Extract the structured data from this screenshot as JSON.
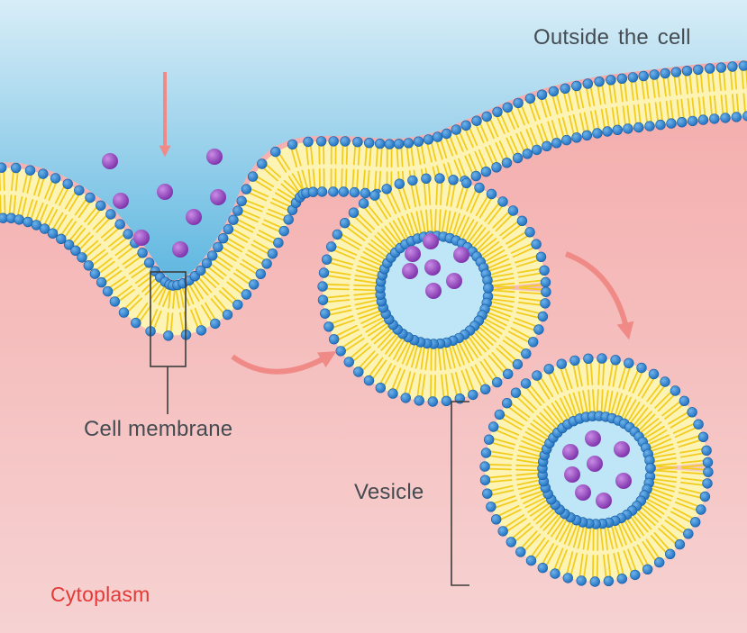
{
  "labels": {
    "outside": "Outside the cell",
    "membrane": "Cell membrane",
    "vesicle": "Vesicle",
    "cytoplasm": "Cytoplasm"
  },
  "colors": {
    "outside_top": "#dceff8",
    "outside_bottom": "#5fb7e0",
    "cytoplasm_top": "#f4a7a6",
    "cytoplasm_bottom": "#f6d2d2",
    "lipid_tail": "#f2cd1e",
    "lipid_fill": "#fdf3b5",
    "lipid_head": "#1e6fbf",
    "lipid_head_highlight": "#6fb3ea",
    "cargo": "#7b2fa8",
    "cargo_highlight": "#c98ce6",
    "arrow": "#ef8a86",
    "vesicle_lumen": "#bfe6f6",
    "cytoplasm_text": "#e53935"
  }
}
